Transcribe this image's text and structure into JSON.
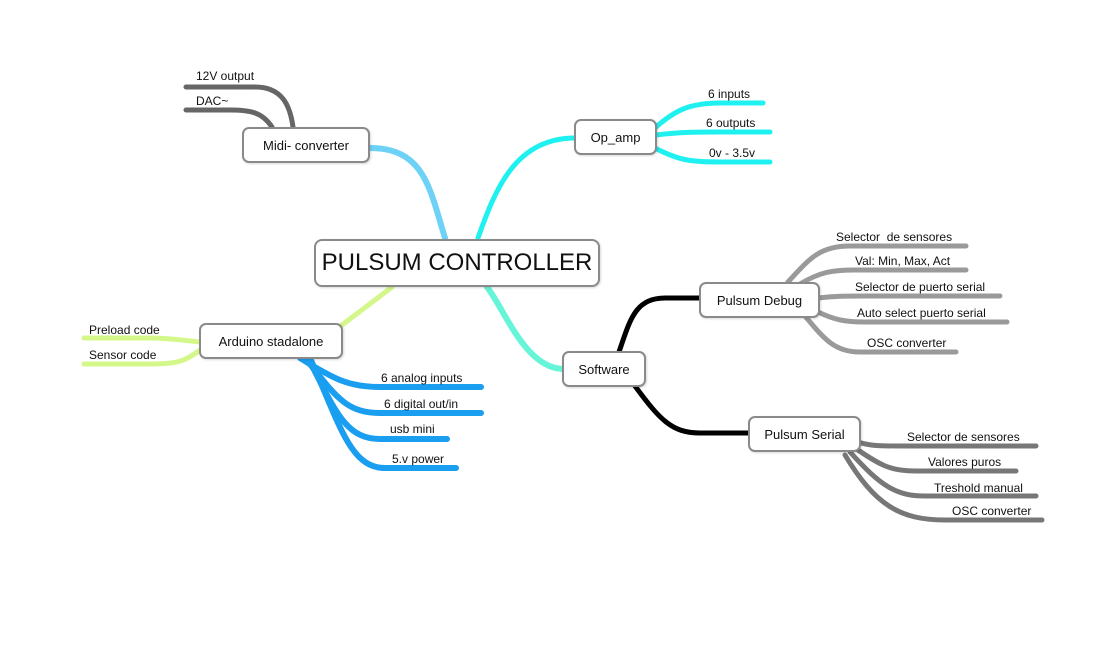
{
  "root": {
    "label": "PULSUM CONTROLLER"
  },
  "branches": {
    "midi": {
      "label": "Midi- converter",
      "color": "#6ed2f7",
      "children": [
        "12V output",
        "DAC~"
      ],
      "child_color": "#666666"
    },
    "opamp": {
      "label": "Op_amp",
      "color": "#1ff0f0",
      "children": [
        "6 inputs",
        "6 outputs",
        "0v - 3.5v"
      ]
    },
    "arduino": {
      "label": "Arduino stadalone",
      "color": "#d4f78a",
      "left_children": [
        "Preload code",
        "Sensor code"
      ],
      "right_children": [
        "6 analog inputs",
        "6 digital out/in",
        "usb mini",
        "5.v power"
      ],
      "right_color": "#1a9ef0"
    },
    "software": {
      "label": "Software",
      "color": "#66f5d8",
      "child_color": "#000000",
      "debug": {
        "label": "Pulsum Debug",
        "color": "#9a9a9a",
        "children": [
          "Selector  de sensores",
          "Val: Min, Max, Act",
          "Selector de puerto serial",
          "Auto select puerto serial",
          "OSC converter"
        ]
      },
      "serial": {
        "label": "Pulsum Serial",
        "color": "#777777",
        "children": [
          "Selector de sensores",
          "Valores puros",
          "Treshold manual",
          "OSC converter"
        ]
      }
    }
  }
}
